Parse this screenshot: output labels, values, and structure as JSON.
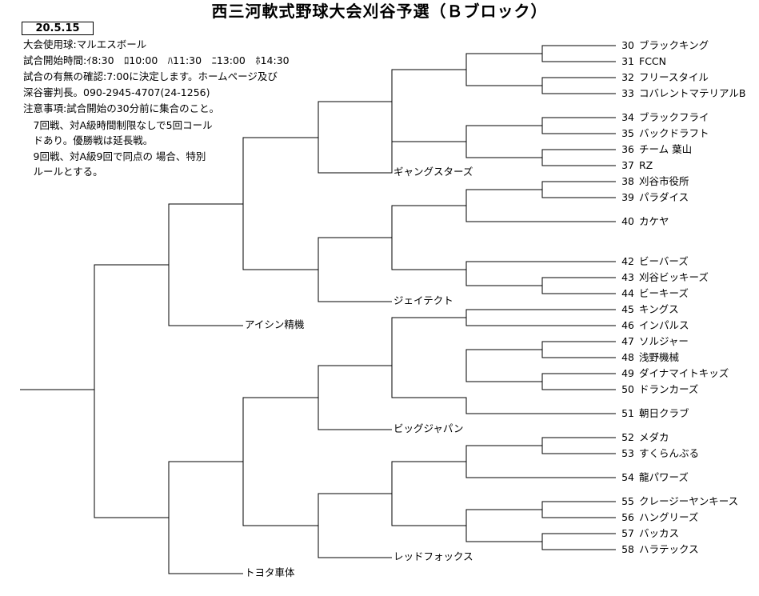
{
  "title": "西三河軟式野球大会刈谷予選（Ｂブロック）",
  "date": "20.5.15",
  "notes": [
    "大会使用球:マルエスボール",
    "試合開始時間:ｲ8:30　ﾛ10:00　ﾊ11:30　ﾆ13:00　ﾎ14:30",
    "試合の有無の確認:7:00に決定します。ホームページ及び",
    "深谷審判長。090-2945-4707(24-1256)",
    "注意事項:試合開始の30分前に集合のこと。",
    "　7回戦、対A級時間制限なしで5回コール",
    "　ドあり。優勝戦は延長戦。",
    "　9回戦、対A級9回で同点の 場合、特別",
    "　ルールとする。"
  ],
  "teams": [
    {
      "num": "30",
      "name": "ブラックキング"
    },
    {
      "num": "31",
      "name": "FCCN"
    },
    {
      "num": "32",
      "name": "フリースタイル"
    },
    {
      "num": "33",
      "name": "コバレントマテリアルB"
    },
    {
      "num": "34",
      "name": "ブラックフライ"
    },
    {
      "num": "35",
      "name": "バックドラフト"
    },
    {
      "num": "36",
      "name": "チーム 葉山"
    },
    {
      "num": "37",
      "name": "RZ"
    },
    {
      "num": "38",
      "name": "刈谷市役所"
    },
    {
      "num": "39",
      "name": "パラダイス"
    },
    {
      "num": "40",
      "name": "カケヤ"
    },
    {
      "num": "42",
      "name": "ビーバーズ"
    },
    {
      "num": "43",
      "name": "刈谷ビッキーズ"
    },
    {
      "num": "44",
      "name": "ビーキーズ"
    },
    {
      "num": "45",
      "name": "キングス"
    },
    {
      "num": "46",
      "name": "インパルス"
    },
    {
      "num": "47",
      "name": "ソルジャー"
    },
    {
      "num": "48",
      "name": "浅野機械"
    },
    {
      "num": "49",
      "name": "ダイナマイトキッズ"
    },
    {
      "num": "50",
      "name": "ドランカーズ"
    },
    {
      "num": "51",
      "name": "朝日クラブ"
    },
    {
      "num": "52",
      "name": "メダカ"
    },
    {
      "num": "53",
      "name": "すくらんぶる"
    },
    {
      "num": "54",
      "name": "龍パワーズ"
    },
    {
      "num": "55",
      "name": "クレージーヤンキース"
    },
    {
      "num": "56",
      "name": "ハングリーズ"
    },
    {
      "num": "57",
      "name": "バッカス"
    },
    {
      "num": "58",
      "name": "ハラテックス"
    }
  ],
  "advancers": {
    "r3": [
      "ギャングスターズ",
      "ジェイテクト",
      "ビッグジャパン",
      "レッドフォックス"
    ],
    "r4": [
      "アイシン精機",
      "トヨタ車体"
    ]
  }
}
